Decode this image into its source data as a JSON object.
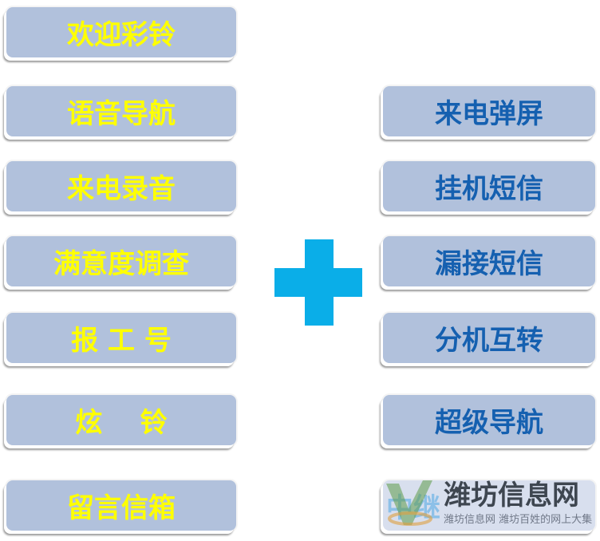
{
  "left_buttons": [
    "欢迎彩铃",
    "语音导航",
    "来电录音",
    "满意度调查",
    "报 工 号",
    "炫    铃",
    "留言信箱"
  ],
  "right_buttons": [
    "来电弹屏",
    "挂机短信",
    "漏接短信",
    "分机互转",
    "超级导航",
    "中继"
  ],
  "watermark": {
    "title": "潍坊信息网",
    "subtitle": "潍坊信息网 潍坊百姓的网上大集"
  },
  "colors": {
    "left_text": "#ffff00",
    "right_text": "#1560b0",
    "button_bg": "#b1c1dc",
    "plus": "#0aaee8"
  }
}
